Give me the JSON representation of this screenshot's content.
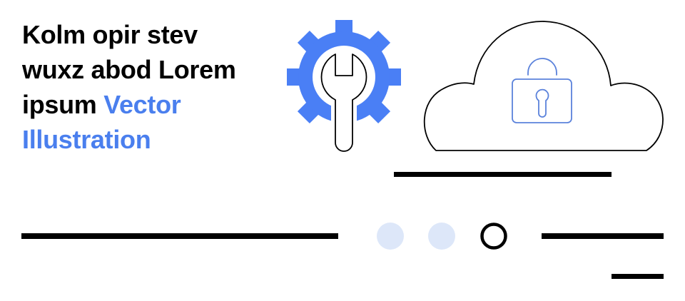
{
  "headline": {
    "line1": "Kolm opir stev",
    "line2": "wuxz abod Lorem",
    "line3_plain": "ipsum ",
    "line3_accent": "Vector",
    "line4_accent": "Illustration"
  },
  "icons": {
    "gear": "gear-icon",
    "wrench": "wrench-icon",
    "cloud": "cloud-icon",
    "lock": "padlock-icon"
  },
  "pagination": {
    "dots": [
      {
        "state": "inactive",
        "color": "#dde7f9"
      },
      {
        "state": "inactive",
        "color": "#dde7f9"
      },
      {
        "state": "active",
        "color": "#000000"
      }
    ]
  },
  "colors": {
    "accent": "#4a7fee",
    "gear_blue": "#4a7ff5",
    "lock_blue": "#5b82db",
    "dot_light": "#dde7f9",
    "stroke": "#000000",
    "background": "#ffffff"
  }
}
